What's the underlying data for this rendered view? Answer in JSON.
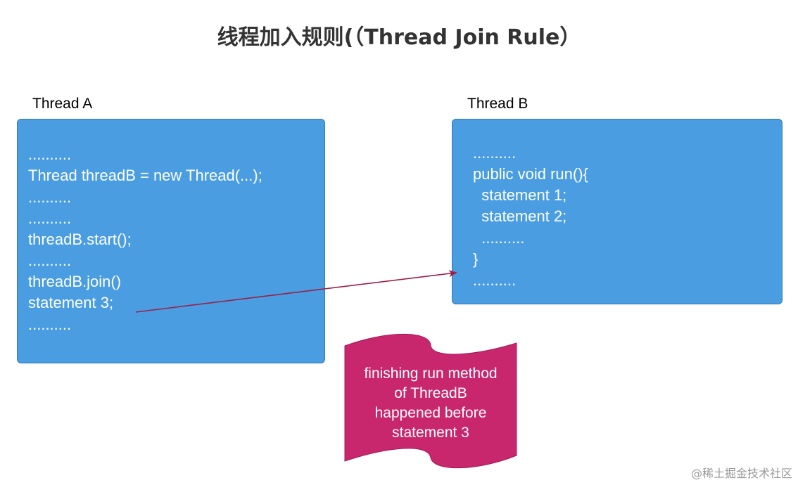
{
  "title": "线程加入规则(（Thread Join Rule）",
  "thread_a": {
    "label": "Thread A",
    "lines": [
      "..........",
      "Thread threadB = new Thread(...);",
      "..........",
      "..........",
      "threadB.start();",
      "..........",
      "threadB.join()",
      "statement 3;",
      ".........."
    ]
  },
  "thread_b": {
    "label": "Thread B",
    "lines": [
      "..........",
      "public void run(){",
      "  statement 1;",
      "  statement 2;",
      "  ..........",
      "}",
      ".........."
    ]
  },
  "note": {
    "lines": [
      "finishing  run method",
      "of  ThreadB",
      "happened before",
      "statement 3"
    ]
  },
  "watermark": "@稀土掘金技术社区",
  "colors": {
    "box_fill": "#4a9de0",
    "box_border": "#2f7ab8",
    "note_fill": "#c8276e",
    "note_border": "#a11c58",
    "arrow": "#9b2048"
  }
}
